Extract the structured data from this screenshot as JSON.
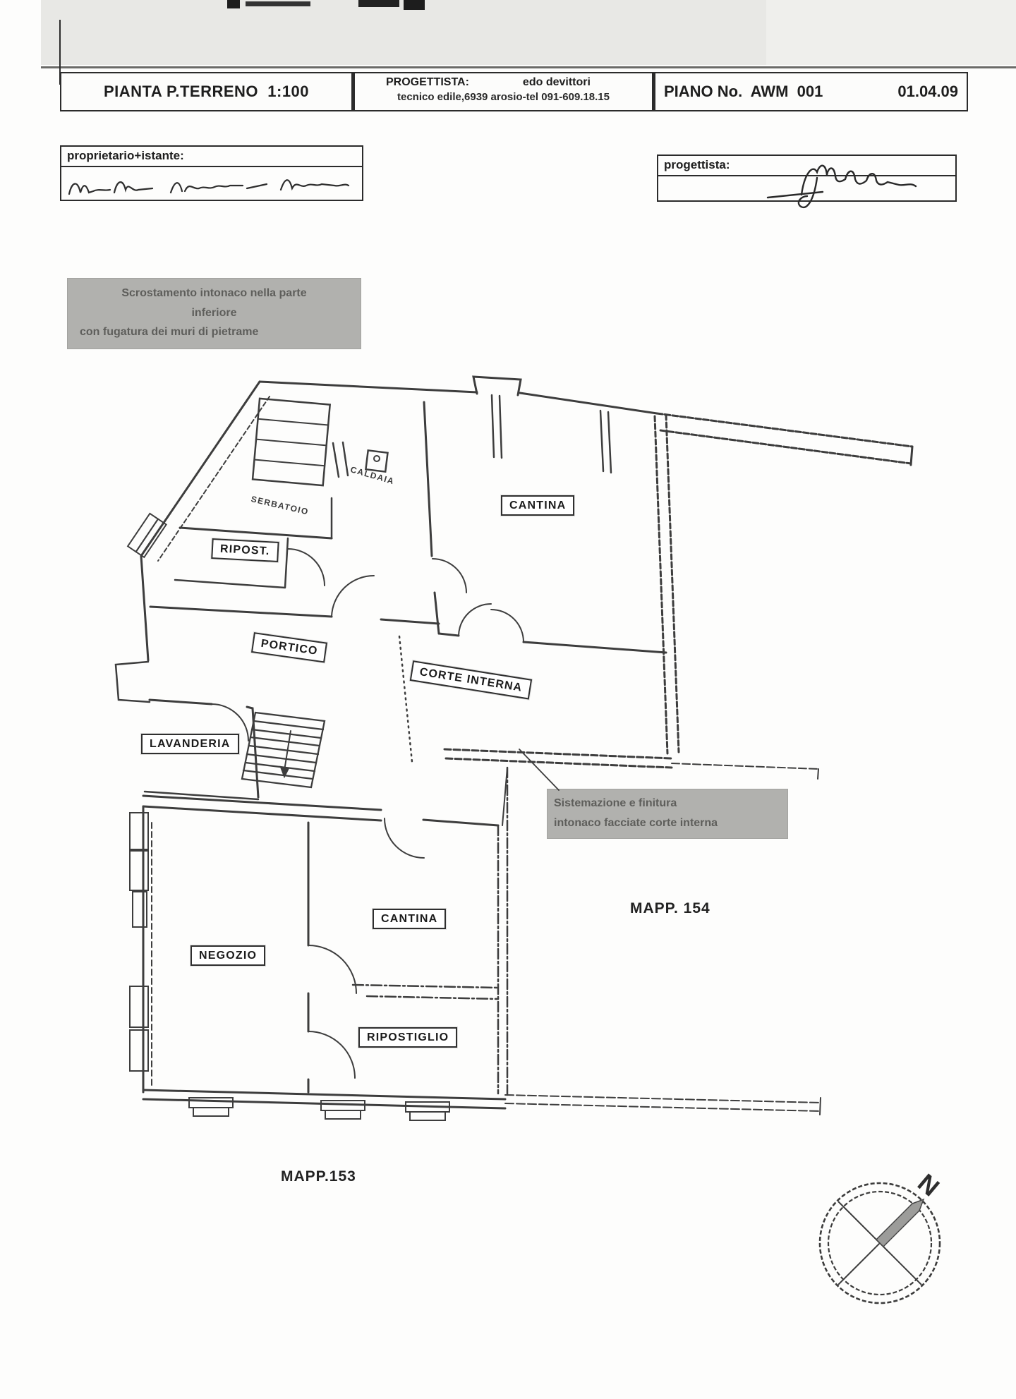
{
  "header": {
    "title": "PIANTA P.TERRENO  1:100",
    "progettista_label": "PROGETTISTA:",
    "progettista_name": "edo devittori",
    "progettista_address": "tecnico edile,6939 arosio-tel 091-609.18.15",
    "piano_no": "PIANO No.  AWM  001",
    "date": "01.04.09"
  },
  "stamps": {
    "owner_label": "proprietario+istante:",
    "designer_label": "progettista:"
  },
  "annotations": {
    "note1_line1": "Scrostamento intonaco nella parte",
    "note1_line2": "inferiore",
    "note1_line3": "con fugatura dei muri di pietrame",
    "note2_line1": "Sistemazione e finitura",
    "note2_line2": "intonaco facciate corte interna"
  },
  "rooms": {
    "caldaia": "CALDAIA",
    "serbatoio": "SERBATOIO",
    "ripost": "RIPOST.",
    "cantina_top": "CANTINA",
    "portico": "PORTICO",
    "corte_interna": "CORTE INTERNA",
    "lavanderia": "LAVANDERIA",
    "cantina_lower": "CANTINA",
    "negozio": "NEGOZIO",
    "ripostiglio": "RIPOSTIGLIO"
  },
  "parcels": {
    "mapp_154": "MAPP. 154",
    "mapp_153": "MAPP.153"
  },
  "compass": {
    "north": "N"
  }
}
